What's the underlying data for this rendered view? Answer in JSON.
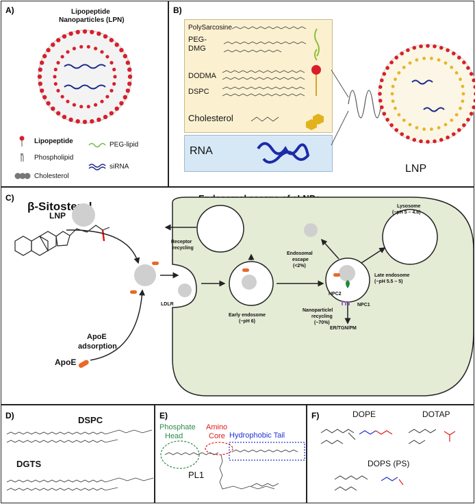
{
  "panelA": {
    "label": "A)",
    "title_line1": "Lipopeptide",
    "title_line2": "Nanoparticles (LPN)",
    "legend": {
      "lipopeptide": "Lipopeptide",
      "phospholipid": "Phospholipid",
      "cholesterol": "Cholesterol",
      "peg_lipid": "PEG-lipid",
      "sirna": "siRNA"
    }
  },
  "panelB": {
    "label": "B)",
    "components": [
      "PolySarcosine",
      "PEG-\nDMG",
      "DODMA",
      "DSPC",
      "Cholesterol"
    ],
    "rna": "RNA",
    "lnp": "LNP"
  },
  "panelC": {
    "label": "C)",
    "sterol": "β-Sitosterol",
    "title": "Endosomal escape of eLNPs",
    "lnp": "LNP",
    "apoe_adsorption_1": "ApoE",
    "apoe_adsorption_2": "adsorption",
    "apoe": "ApoE",
    "ldlr": "LDLR",
    "receptor_recycling_1": "Receptor",
    "receptor_recycling_2": "recycling",
    "early_endosome_1": "Early endosome",
    "early_endosome_2": "(~pH 6)",
    "endosomal_escape_1": "Endosomal",
    "endosomal_escape_2": "escape",
    "endosomal_escape_3": "(<2%)",
    "lysosome_1": "Lysosome",
    "lysosome_2": "(~pH 5 – 4.6)",
    "late_endosome_1": "Late endosome",
    "late_endosome_2": "(~pH 5.5 – 5)",
    "npc2": "NPC2",
    "npc1": "NPC1",
    "nano_recycling_1": "Nanoparticlel",
    "nano_recycling_2": "recycling",
    "nano_recycling_3": "(~70%)",
    "er": "ER/TGN/PM"
  },
  "panelD": {
    "label": "D)",
    "dspc": "DSPC",
    "dgts": "DGTS"
  },
  "panelE": {
    "label": "E)",
    "phosphate_1": "Phosphate",
    "phosphate_2": "Head",
    "amino_1": "Amino",
    "amino_2": "Core",
    "tail": "Hydrophobic Tail",
    "pl1": "PL1"
  },
  "panelF": {
    "label": "F)",
    "dope": "DOPE",
    "dotap": "DOTAP",
    "dops": "DOPS (PS)"
  },
  "colors": {
    "cell": "#e4ecd6",
    "yellow_box": "#fbf0cf",
    "blue_box": "#d6e8f6",
    "orange": "#e8682a",
    "phosphate_green": "#2c8a4a",
    "amino_red": "#e01818",
    "tail_blue": "#2030d0"
  }
}
